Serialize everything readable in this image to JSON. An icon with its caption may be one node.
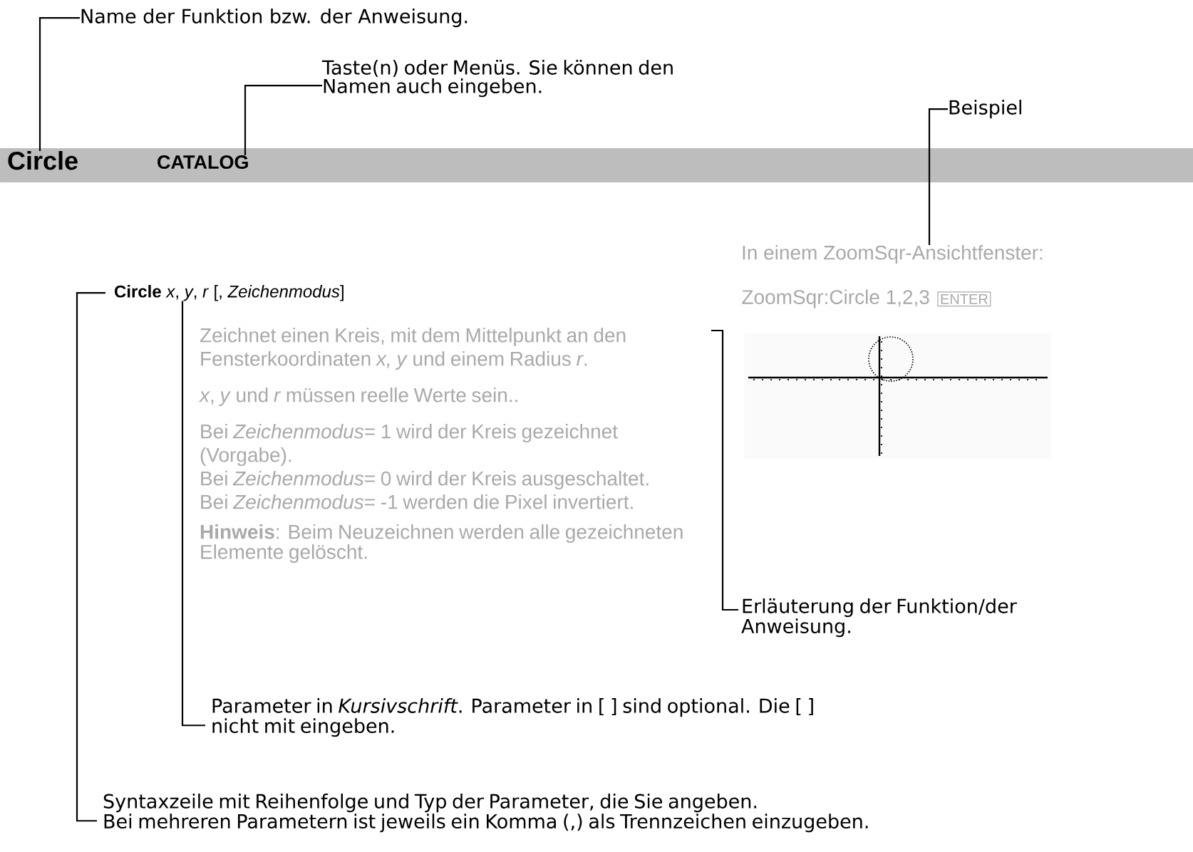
{
  "diagram": {
    "nodes": [
      {
        "text": [
          "Name der Funktion bzw. der Anweisung."
        ]
      },
      {
        "text": [
          "Circle"
        ]
      },
      {
        "text": [
          "Taste(n) oder Menüs. Sie können den Namen auch eingeben."
        ]
      },
      {
        "text": [
          "CATALOG"
        ]
      },
      {
        "text": [
          "Beispiel"
        ]
      },
      {
        "text": [
          "In einem ZoomSqr-Ansichtfenster:"
        ]
      },
      {
        "text": [
          "**Circle** *x*, *y*, *r* [, *Zeichenmodus*]"
        ]
      },
      {
        "text": [
          "Zeichnet einen Kreis, mit dem Mittelpunkt an den Fensterkoordinaten *x, y* und einem Radius *r*.",
          "*x*, *y* und *r* müssen reelle Werte sein..",
          "Bei *Zeichenmodus*= 1 wird der Kreis gezeichnet (Vorgabe).",
          "Bei *Zeichenmodus*= 0 wird der Kreis ausgeschaltet.",
          "Bei *Zeichenmodus*= -1 werden die Pixel invertiert.",
          "**Hinweis**: Beim Neuzeichnen werden alle gezeichneten Elemente gelöscht."
        ]
      },
      {
        "text": [
          "Erläuterung der Funktion/der Anweisung."
        ]
      },
      {
        "text": [
          "Parameter in *Kursivschrift*. Parameter in [ ] sind optional. Die [ ] nicht mit eingeben."
        ]
      },
      {
        "text": [
          "Syntaxzeile mit Reihenfolge und Typ der Parameter, die Sie angeben.",
          "Bei mehreren Parametern ist jeweils ein Komma (,) als Trennzeichen einzugeben."
        ]
      }
    ],
    "edges": [
      {
        "from": 0,
        "to": 1,
        "arrow": "none"
      },
      {
        "from": 2,
        "to": 3,
        "arrow": "none"
      },
      {
        "from": 4,
        "to": 5,
        "arrow": "none"
      },
      {
        "from": 8,
        "to": 7,
        "arrow": "none"
      },
      {
        "from": 9,
        "to": 6,
        "arrow": "none"
      },
      {
        "from": 10,
        "to": 6,
        "arrow": "none"
      }
    ],
    "labels": [
      "ZoomSqr:Circle 1,2,3",
      "ENTER"
    ]
  }
}
